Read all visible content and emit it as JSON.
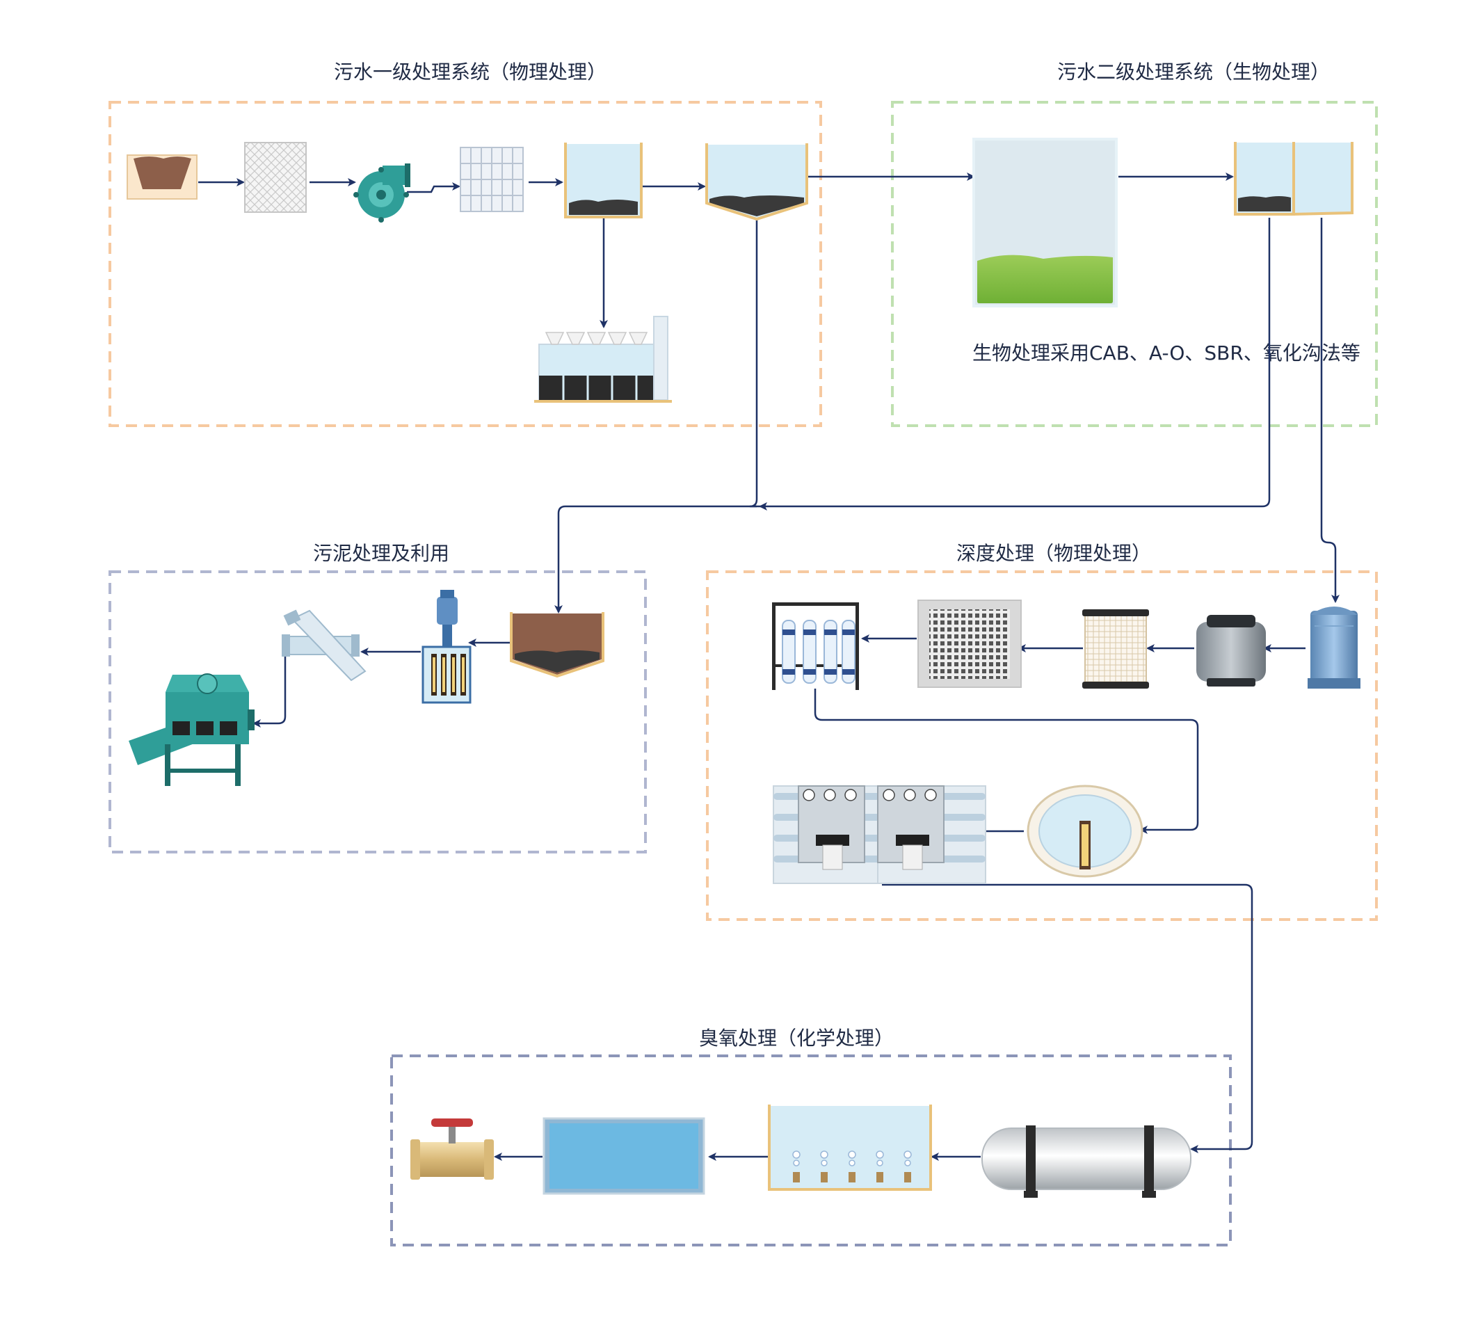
{
  "sections": {
    "primary": {
      "title": "污水一级处理系统（物理处理）",
      "border_color": "#f6c9a0"
    },
    "secondary": {
      "title": "污水二级处理系统（生物处理）",
      "note": "生物处理采用CAB、A-O、SBR、氧化沟法等",
      "border_color": "#bfe0b0"
    },
    "sludge": {
      "title": "污泥处理及利用",
      "border_color": "#b0b6d0"
    },
    "advanced": {
      "title": "深度处理（物理处理）",
      "border_color": "#f6c9a0"
    },
    "ozone": {
      "title": "臭氧处理（化学处理）",
      "border_color": "#8c95b8"
    }
  },
  "colors": {
    "flow_line": "#1f3266",
    "water": "#d6ecf6",
    "sludge": "#3a3a3a",
    "soil": "#8d5f4a",
    "teal": "#2f9e98",
    "frame": "#f3d29a"
  },
  "icons": {
    "primary": [
      "grit-chamber-icon",
      "bar-screen-icon",
      "pump-icon",
      "fine-screen-icon",
      "primary-sedimentation-tank-icon",
      "clarifier-icon",
      "sludge-drying-bed-icon"
    ],
    "secondary": [
      "bio-reactor-icon",
      "secondary-settling-tank-icon"
    ],
    "sludge": [
      "sludge-thickener-icon",
      "sludge-mixer-icon",
      "sludge-conveyor-pipe-icon",
      "belt-filter-press-icon"
    ],
    "advanced": [
      "sand-filter-tower-icon",
      "multimedia-filter-icon",
      "cartridge-filter-icon",
      "ultrafiltration-panel-icon",
      "membrane-filter-rack-icon",
      "disc-filter-icon",
      "reverse-osmosis-unit-icon"
    ],
    "ozone": [
      "ozone-gas-tank-icon",
      "ozone-contact-tank-icon",
      "clear-water-tank-icon",
      "outlet-valve-icon"
    ]
  }
}
